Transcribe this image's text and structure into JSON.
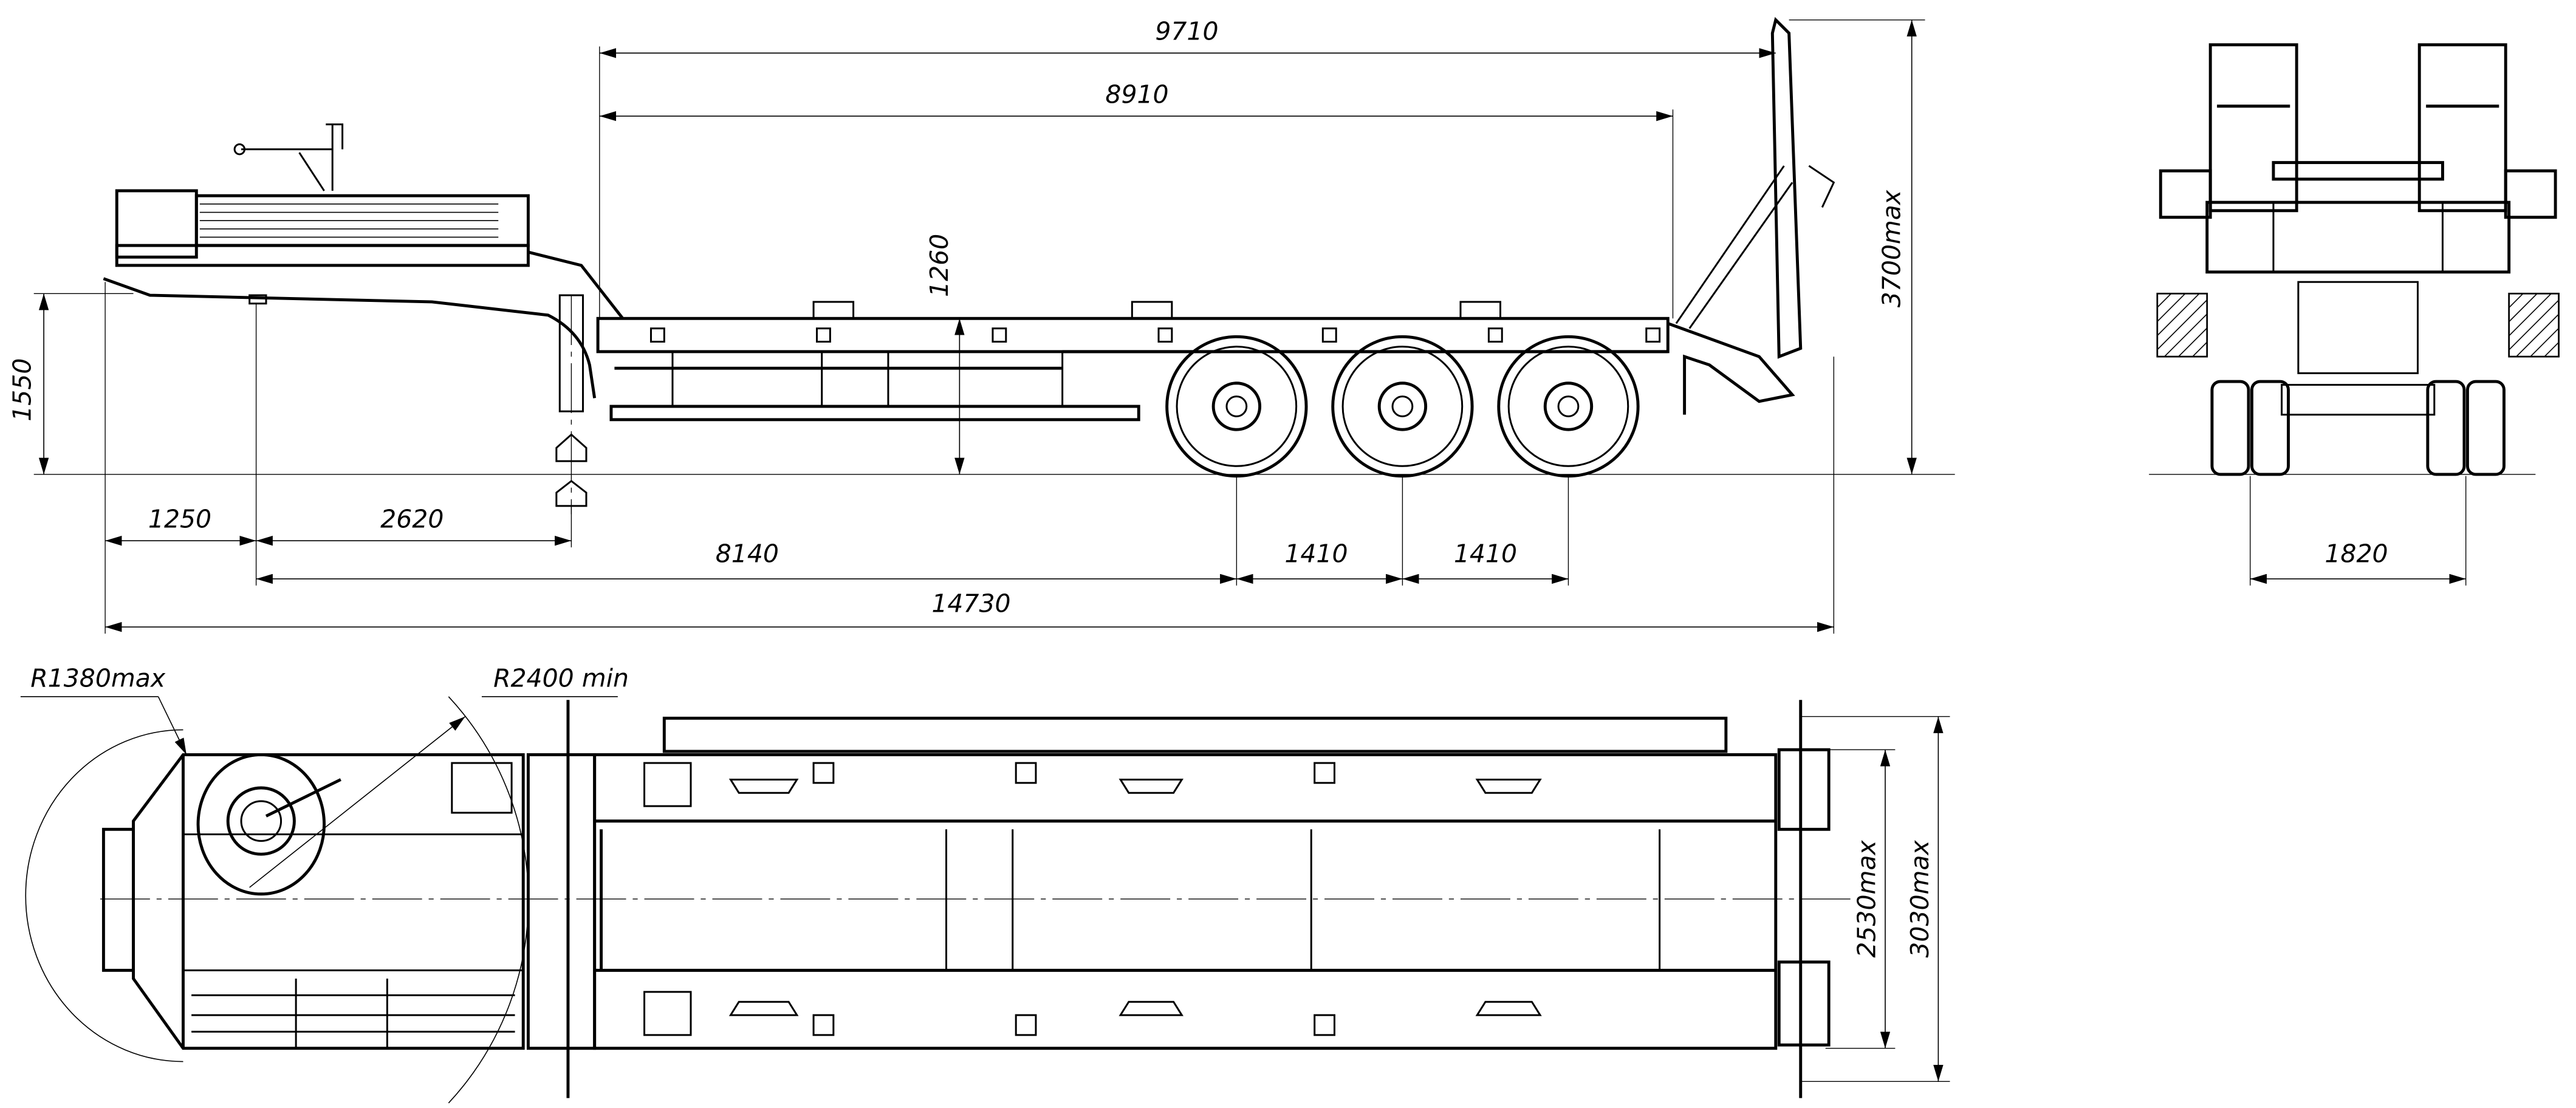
{
  "side_view": {
    "dims": {
      "overall_deck_length": "9710",
      "deck_length": "8910",
      "deck_height": "1260",
      "max_height": "3700max",
      "fifth_wheel_height": "1550",
      "front_overhang": "1250",
      "kingpin_to_legs": "2620",
      "kingpin_to_first_axle": "8140",
      "axle_spacing_1": "1410",
      "axle_spacing_2": "1410",
      "overall_length": "14730"
    }
  },
  "rear_view": {
    "dims": {
      "track_width": "1820"
    }
  },
  "plan_view": {
    "dims": {
      "front_swing_radius": "R1380max",
      "turning_radius": "R2400 min",
      "width": "2530max",
      "max_width": "3030max"
    }
  }
}
